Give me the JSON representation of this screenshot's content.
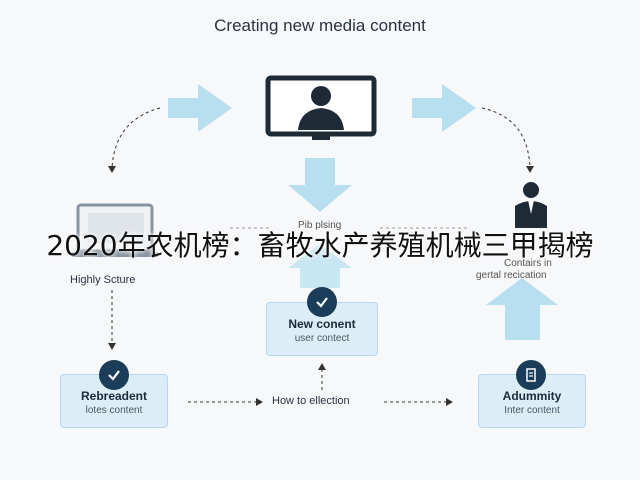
{
  "title": "Creating new media content",
  "overlay_text": "2020年农机榜：畜牧水产养殖机械三甲揭榜",
  "nodes": {
    "left_top_label": "Highly Scture",
    "center_label_top": "Pib plsing",
    "right_label_line1": "Contairs in",
    "right_label_line2": "gertal recication",
    "center_box_main": "New conent",
    "center_box_sub": "user contect",
    "left_box_main": "Rebreadent",
    "left_box_sub": "lotes content",
    "right_box_main": "Adummity",
    "right_box_sub": "Inter content",
    "bottom_center_label": "How to ellection"
  },
  "colors": {
    "arrow": "#b8dff0",
    "box": "#dbeef8",
    "badge": "#1c3d5a",
    "dark": "#1f2a37"
  }
}
